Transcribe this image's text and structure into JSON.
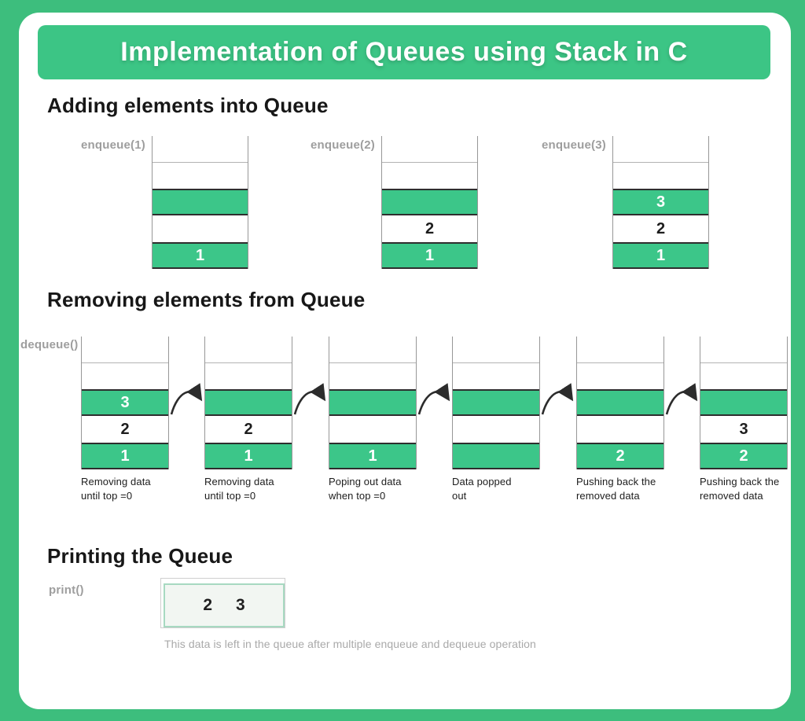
{
  "banner": {
    "title": "Implementation of Queues using Stack in C"
  },
  "colors": {
    "page_background_green": "#3dbe7d",
    "banner_green": "#3cc585",
    "cell_green": "#3cc689",
    "cell_border_dark": "#2e2e2e",
    "container_line_gray": "#979797",
    "label_gray": "#9e9e9e",
    "heading_black": "#171717",
    "print_box_border_green": "#a7d9c1",
    "print_box_fill": "#f2f6f2"
  },
  "adding": {
    "heading": "Adding elements into Queue",
    "stacks": [
      {
        "label": "enqueue(1)",
        "cells": [
          "",
          "",
          "",
          "1"
        ]
      },
      {
        "label": "enqueue(2)",
        "cells": [
          "",
          "",
          "2",
          "1"
        ]
      },
      {
        "label": "enqueue(3)",
        "cells": [
          "",
          "3",
          "2",
          "1"
        ]
      }
    ]
  },
  "removing": {
    "heading": "Removing elements from Queue",
    "label": "dequeue()",
    "stacks": [
      {
        "caption": "Removing data\nuntil top =0",
        "cells": [
          "",
          "3",
          "2",
          "1"
        ]
      },
      {
        "caption": "Removing data\nuntil top =0",
        "cells": [
          "",
          "",
          "2",
          "1"
        ]
      },
      {
        "caption": "Poping out data\nwhen top =0",
        "cells": [
          "",
          "",
          "",
          "1"
        ]
      },
      {
        "caption": "Data popped\nout",
        "cells": [
          "",
          "",
          "",
          ""
        ]
      },
      {
        "caption": "Pushing back the\nremoved data",
        "cells": [
          "",
          "",
          "",
          "2"
        ]
      },
      {
        "caption": "Pushing back the\nremoved data",
        "cells": [
          "",
          "",
          "3",
          "2"
        ]
      }
    ]
  },
  "printing": {
    "heading": "Printing the Queue",
    "label": "print()",
    "values": [
      "2",
      "3"
    ],
    "caption": "This data is left in the queue after multiple enqueue and dequeue operation"
  }
}
